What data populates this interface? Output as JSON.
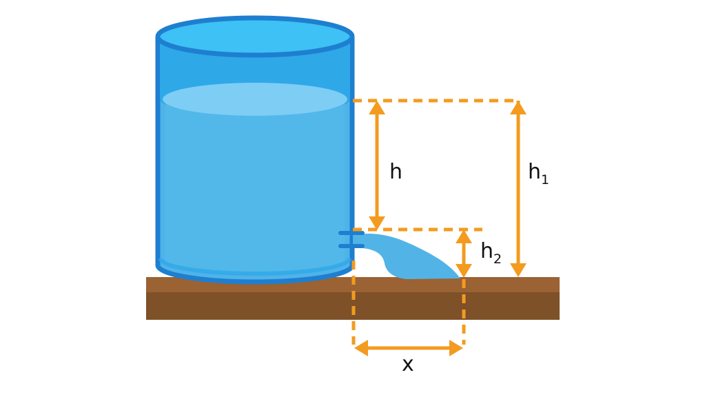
{
  "labels": {
    "h": "h",
    "h1_base": "h",
    "h1_sub": "1",
    "h2_base": "h",
    "h2_sub": "2",
    "x": "x"
  },
  "colors": {
    "tank_outline": "#1E7FD0",
    "tank_body": "#4FB3E8",
    "tank_top": "#3EC1F5",
    "water_surface": "#7ECDF5",
    "tank_bottom": "#2FA8E8",
    "water_jet": "#52B4E6",
    "ground_top": "#9B6233",
    "ground_bottom": "#7E5128",
    "dimension": "#F39B1F",
    "text": "#111111"
  }
}
